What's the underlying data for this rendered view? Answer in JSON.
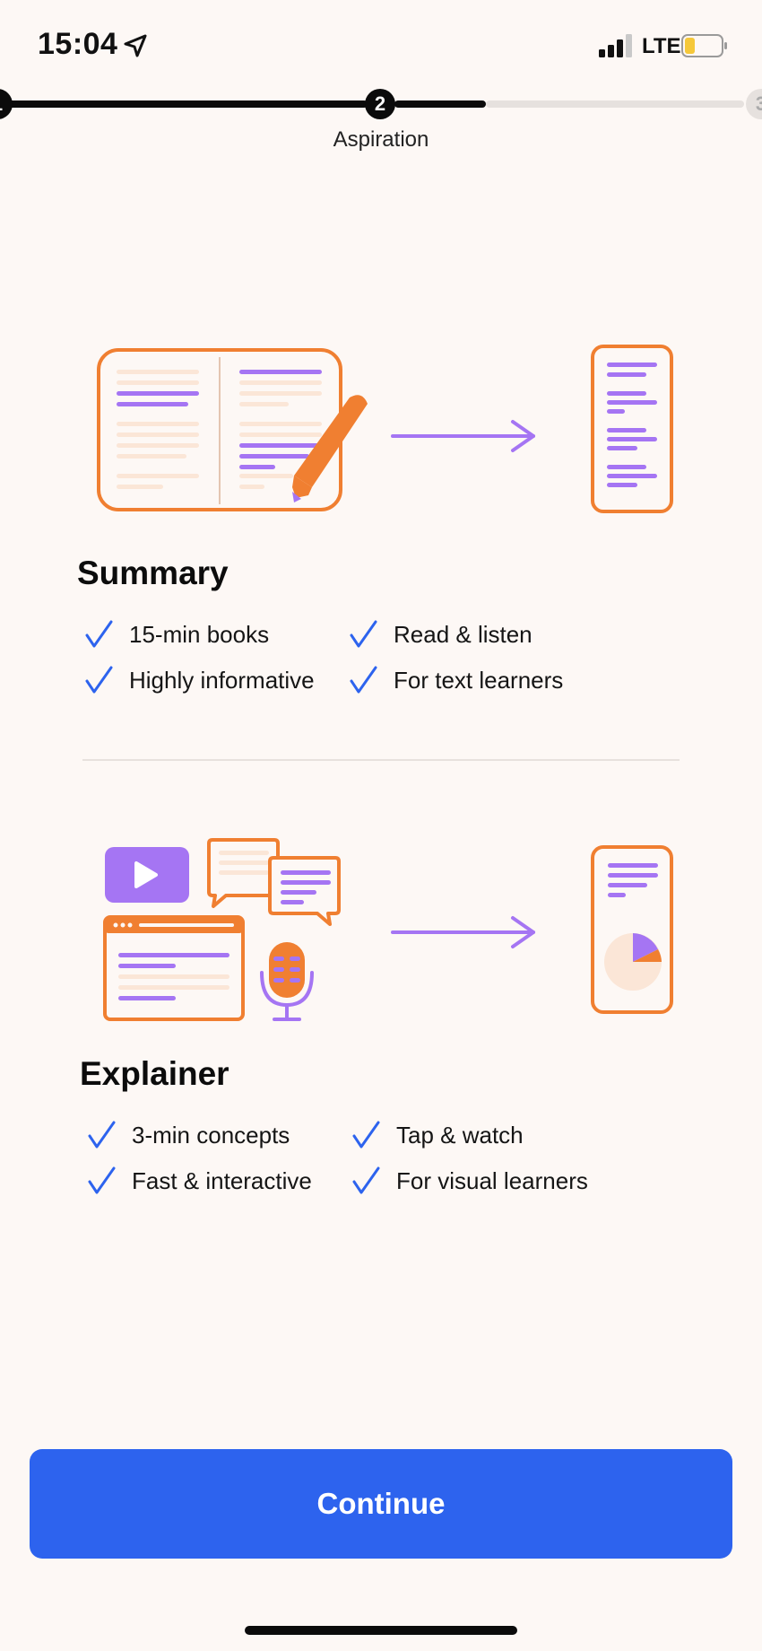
{
  "status_bar": {
    "time": "15:04",
    "network": "LTE",
    "icons": [
      "location-arrow-icon",
      "signal-icon",
      "battery-icon"
    ]
  },
  "stepper": {
    "current_step": "2",
    "previous_step": "1",
    "next_step": "3",
    "label": "Aspiration"
  },
  "summary": {
    "title": "Summary",
    "features": [
      "15-min books",
      "Read & listen",
      "Highly informative",
      "For text learners"
    ]
  },
  "explainer": {
    "title": "Explainer",
    "features": [
      "3-min concepts",
      "Tap & watch",
      "Fast & interactive",
      "For visual learners"
    ]
  },
  "continue_label": "Continue",
  "colors": {
    "background": "#fdf8f5",
    "accent_blue": "#2d63ee",
    "orange": "#f07f31",
    "purple": "#a575f3",
    "peach": "#fbe6d7"
  }
}
